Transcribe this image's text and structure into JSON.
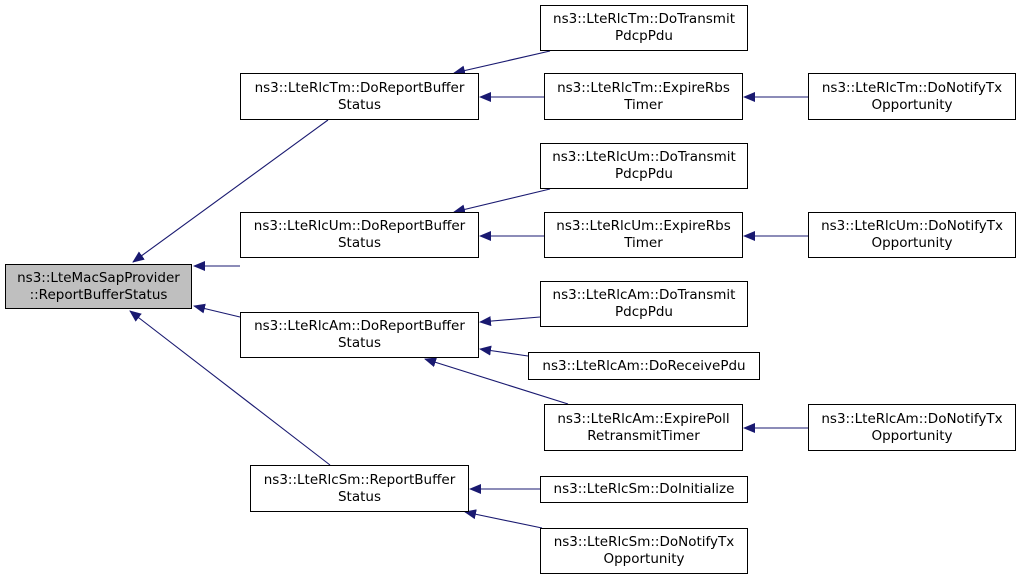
{
  "colors": {
    "edge": "#191970",
    "root_fill": "#bfbfbf",
    "node_fill": "#ffffff",
    "border": "#000000"
  },
  "nodes": {
    "root": {
      "line1": "ns3::LteMacSapProvider",
      "line2": "::ReportBufferStatus"
    },
    "tm_report": {
      "line1": "ns3::LteRlcTm::DoReportBuffer",
      "line2": "Status"
    },
    "tm_transmit": {
      "line1": "ns3::LteRlcTm::DoTransmit",
      "line2": "PdcpPdu"
    },
    "tm_expire": {
      "line1": "ns3::LteRlcTm::ExpireRbs",
      "line2": "Timer"
    },
    "tm_notify": {
      "line1": "ns3::LteRlcTm::DoNotifyTx",
      "line2": "Opportunity"
    },
    "um_report": {
      "line1": "ns3::LteRlcUm::DoReportBuffer",
      "line2": "Status"
    },
    "um_transmit": {
      "line1": "ns3::LteRlcUm::DoTransmit",
      "line2": "PdcpPdu"
    },
    "um_expire": {
      "line1": "ns3::LteRlcUm::ExpireRbs",
      "line2": "Timer"
    },
    "um_notify": {
      "line1": "ns3::LteRlcUm::DoNotifyTx",
      "line2": "Opportunity"
    },
    "am_report": {
      "line1": "ns3::LteRlcAm::DoReportBuffer",
      "line2": "Status"
    },
    "am_transmit": {
      "line1": "ns3::LteRlcAm::DoTransmit",
      "line2": "PdcpPdu"
    },
    "am_receive": {
      "line1": "ns3::LteRlcAm::DoReceivePdu",
      "line2": ""
    },
    "am_expire": {
      "line1": "ns3::LteRlcAm::ExpirePoll",
      "line2": "RetransmitTimer"
    },
    "am_notify": {
      "line1": "ns3::LteRlcAm::DoNotifyTx",
      "line2": "Opportunity"
    },
    "sm_report": {
      "line1": "ns3::LteRlcSm::ReportBuffer",
      "line2": "Status"
    },
    "sm_init": {
      "line1": "ns3::LteRlcSm::DoInitialize",
      "line2": ""
    },
    "sm_notify": {
      "line1": "ns3::LteRlcSm::DoNotifyTx",
      "line2": "Opportunity"
    }
  },
  "edges": [
    {
      "from": "tm_report",
      "to": "root"
    },
    {
      "from": "um_report",
      "to": "root"
    },
    {
      "from": "am_report",
      "to": "root"
    },
    {
      "from": "sm_report",
      "to": "root"
    },
    {
      "from": "tm_transmit",
      "to": "tm_report"
    },
    {
      "from": "tm_expire",
      "to": "tm_report"
    },
    {
      "from": "tm_notify",
      "to": "tm_expire"
    },
    {
      "from": "um_transmit",
      "to": "um_report"
    },
    {
      "from": "um_expire",
      "to": "um_report"
    },
    {
      "from": "um_notify",
      "to": "um_expire"
    },
    {
      "from": "am_transmit",
      "to": "am_report"
    },
    {
      "from": "am_receive",
      "to": "am_report"
    },
    {
      "from": "am_expire",
      "to": "am_report"
    },
    {
      "from": "am_notify",
      "to": "am_expire"
    },
    {
      "from": "sm_init",
      "to": "sm_report"
    },
    {
      "from": "sm_notify",
      "to": "sm_report"
    }
  ]
}
